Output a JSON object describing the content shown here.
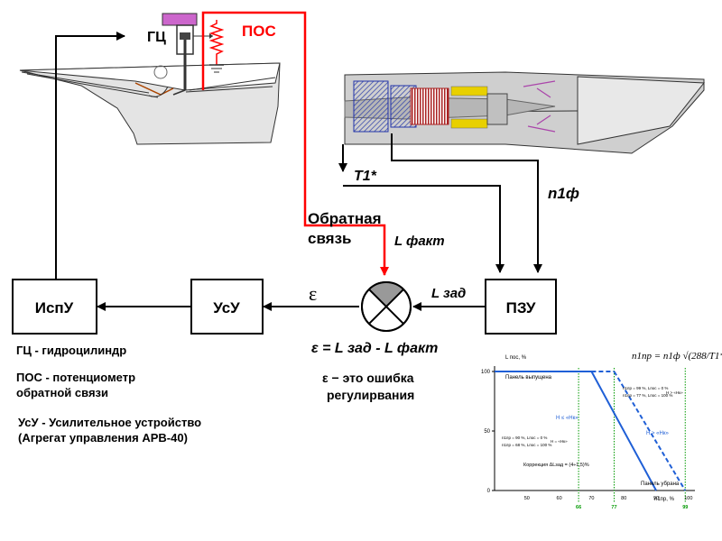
{
  "labels": {
    "gc": "ГЦ",
    "pos": "ПОС",
    "feedback_line1": "Обратная",
    "feedback_line2": "связь",
    "l_fact": "L факт",
    "t1": "T1*",
    "n1f": "n1ф",
    "l_zad": "L зад",
    "epsilon": "ε",
    "equation": "ε = L зад - L факт",
    "error_line1": "ε − это ошибка",
    "error_line2": "регулирвания"
  },
  "blocks": {
    "ispu": "ИспУ",
    "usu": "УсУ",
    "pzu": "ПЗУ"
  },
  "legend": {
    "gc": "ГЦ - гидроцилиндр",
    "pos_1": "ПОС - потенциометр",
    "pos_2": "обратной связи",
    "usu_1": "УсУ - Усилительное устройство",
    "usu_2": "(Агрегат управления АРВ-40)"
  },
  "colors": {
    "feedback": "#ff0000",
    "gc_piston": "#cc66cc",
    "comparator_top": "#999999",
    "chart_line": "#1f5fd6",
    "chart_guides": "#009900"
  },
  "chart_data": {
    "type": "line",
    "formula": "n1пр = n1ф √(288/T1*)",
    "ylabel": "L пос, %",
    "xlabel": "n1пр, %",
    "yticks": [
      0,
      50,
      100
    ],
    "xticks": [
      50,
      60,
      70,
      80,
      90,
      100
    ],
    "xlim": [
      40,
      102
    ],
    "ylim": [
      0,
      100
    ],
    "label_vypusk": "Панель выпущена",
    "label_uborka": "Панель убрана",
    "label_h_small": "Н ≤ «Нк»",
    "label_h_big": "Н > «Нк»",
    "label_korr": "Коррекция ΔLзад = (4÷1,5)%",
    "note_right_1": "n1пр = 99 %, Lпос = 0 %",
    "note_right_2": "n1пр = 77 %, Lпос = 100 %",
    "note_right_h": "Н > «Нк»",
    "note_left_1": "n1пр = 90 %, Lпос = 0 %",
    "note_left_2": "n1пр = 68 %, Lпос = 100 %",
    "note_left_h": "Н = «Нк»",
    "guide_labels": [
      "66",
      "77",
      "99"
    ],
    "series": [
      {
        "name": "Н ≤ «Нк»",
        "x": [
          40,
          70,
          90
        ],
        "y": [
          100,
          100,
          0
        ],
        "style": "solid"
      },
      {
        "name": "Н > «Нк»",
        "x": [
          77,
          99
        ],
        "y": [
          100,
          0
        ],
        "style": "dashed"
      }
    ],
    "guides_x": [
      66,
      77,
      99
    ]
  }
}
